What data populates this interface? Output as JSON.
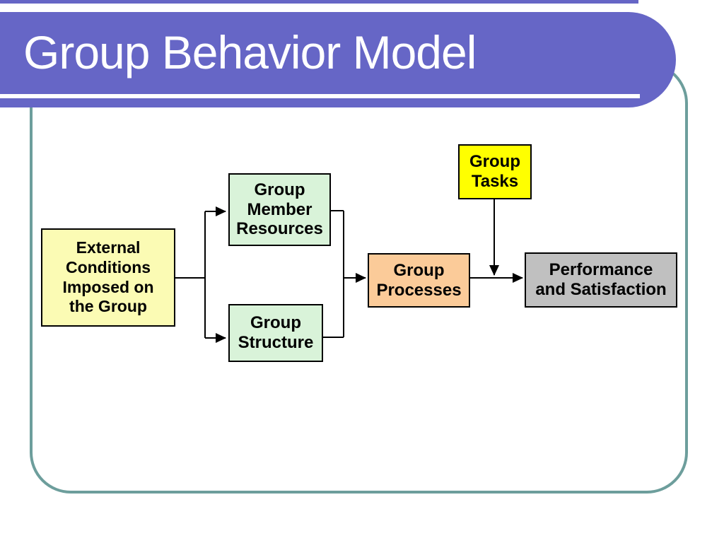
{
  "slide": {
    "title": "Group Behavior Model"
  },
  "colors": {
    "header_purple": "#6666C6",
    "frame_teal": "#6D9E9C",
    "title_text": "#FFFFFF",
    "connector_black": "#000000",
    "node_pale_yellow": "#FBFBB4",
    "node_light_green": "#D9F3D9",
    "node_bright_yellow": "#FFFF00",
    "node_orange": "#FBCB99",
    "node_gray": "#C0C0C0"
  },
  "diagram": {
    "nodes": [
      {
        "id": "external-conditions",
        "label": "External\nConditions\nImposed on\nthe Group",
        "fill": "#FBFBB4"
      },
      {
        "id": "group-member-resources",
        "label": "Group\nMember\nResources",
        "fill": "#D9F3D9"
      },
      {
        "id": "group-structure",
        "label": "Group\nStructure",
        "fill": "#D9F3D9"
      },
      {
        "id": "group-tasks",
        "label": "Group\nTasks",
        "fill": "#FFFF00"
      },
      {
        "id": "group-processes",
        "label": "Group\nProcesses",
        "fill": "#FBCB99"
      },
      {
        "id": "performance-and-satisfaction",
        "label": "Performance\nand Satisfaction",
        "fill": "#C0C0C0"
      }
    ],
    "edges": [
      {
        "from": "external-conditions",
        "to": "group-member-resources"
      },
      {
        "from": "external-conditions",
        "to": "group-structure"
      },
      {
        "from": "group-member-resources",
        "to": "group-processes"
      },
      {
        "from": "group-structure",
        "to": "group-processes"
      },
      {
        "from": "group-processes",
        "to": "performance-and-satisfaction"
      },
      {
        "from": "group-tasks",
        "to": "processes-performance-link"
      }
    ]
  }
}
